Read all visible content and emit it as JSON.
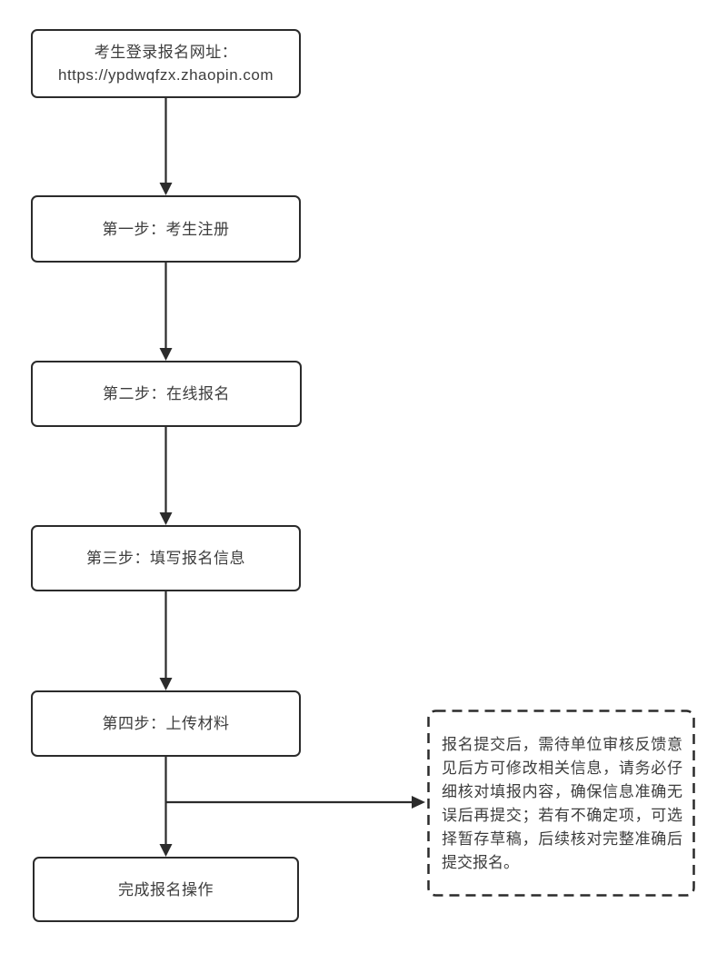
{
  "colors": {
    "node_border": "#2b2b2b",
    "node_fill": "#ffffff",
    "connector": "#2b2b2b",
    "text": "#3d3d3d",
    "background": "#ffffff"
  },
  "flowchart": {
    "start_node": {
      "line1": "考生登录报名网址：",
      "line2": "https://ypdwqfzx.zhaopin.com"
    },
    "steps": [
      {
        "label": "第一步：考生注册"
      },
      {
        "label": "第二步：在线报名"
      },
      {
        "label": "第三步：填写报名信息"
      },
      {
        "label": "第四步：上传材料"
      }
    ],
    "end_node": {
      "label": "完成报名操作"
    },
    "note": "报名提交后，需待单位审核反馈意见后方可修改相关信息，请务必仔细核对填报内容，确保信息准确无误后再提交；若有不确定项，可选择暂存草稿，后续核对完整准确后提交报名。"
  }
}
